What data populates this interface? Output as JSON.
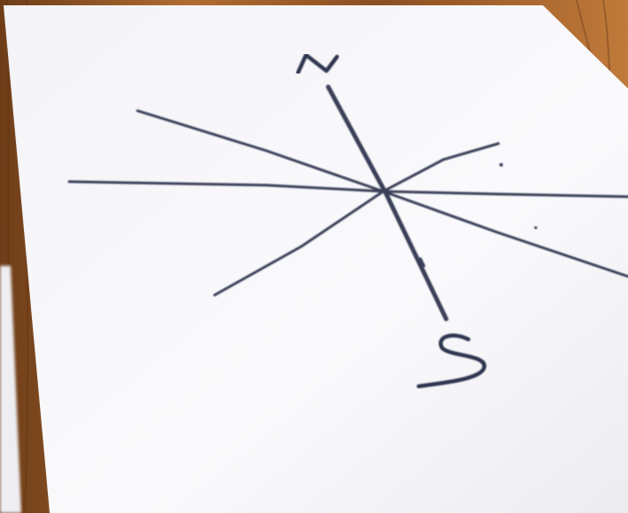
{
  "scene": {
    "description_free": true,
    "colors": {
      "table_wood": "#9a5a28",
      "table_wood_dark": "#6e3d18",
      "table_wood_light": "#c07a3a",
      "paper": "#f7f7f9",
      "paper_shadow": "#dcdde3",
      "pen_ink": "#3a4058"
    },
    "icons": [
      "compass-rose-sketch"
    ]
  },
  "drawing": {
    "north_label": "N",
    "south_label": "S"
  }
}
